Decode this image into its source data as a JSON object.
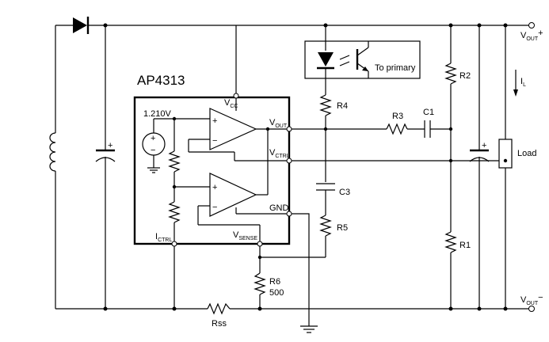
{
  "ic": {
    "name": "AP4313",
    "vref": "1.210V",
    "pin_vcc": "V",
    "pin_vcc_sub": "CC",
    "pin_vout": "V",
    "pin_vout_sub": "OUT",
    "pin_vctrl": "V",
    "pin_vctrl_sub": "CTRL",
    "pin_gnd": "GND",
    "pin_ictrl": "I",
    "pin_ictrl_sub": "CTRL",
    "pin_vsense": "V",
    "pin_vsense_sub": "SENSE",
    "opamp_plus": "+",
    "opamp_minus": "−"
  },
  "components": {
    "r1": "R1",
    "r2": "R2",
    "r3": "R3",
    "r4": "R4",
    "r5": "R5",
    "r6": "R6",
    "r6_value": "500",
    "c1": "C1",
    "c3": "C3",
    "rss": "Rss",
    "load": "Load",
    "opto_label": "To primary",
    "cap_plus": "+"
  },
  "nets": {
    "vout_pos": "V",
    "vout_pos_sub": "OUT",
    "vout_pos_sign": "+",
    "vout_neg": "V",
    "vout_neg_sub": "OUT",
    "vout_neg_sign": "−",
    "il": "I",
    "il_sub": "L"
  }
}
